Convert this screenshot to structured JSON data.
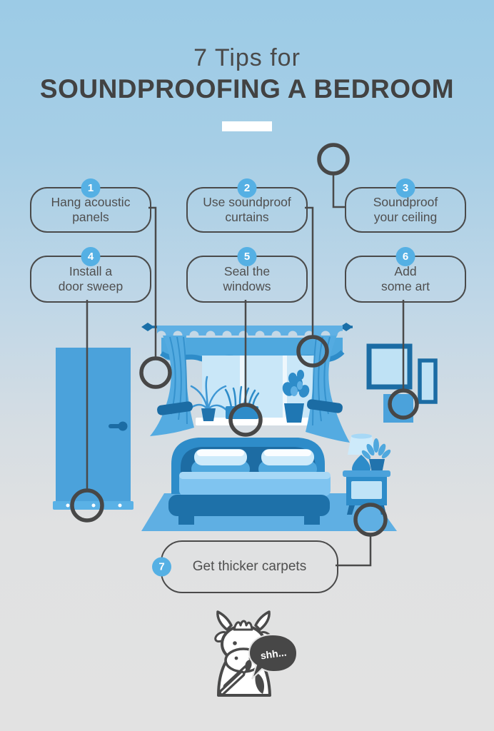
{
  "header": {
    "title_line1": "7 Tips for",
    "title_line2": "SOUNDPROOFING A BEDROOM"
  },
  "tips": [
    {
      "number": "1",
      "line1": "Hang acoustic",
      "line2": "panels"
    },
    {
      "number": "2",
      "line1": "Use soundproof",
      "line2": "curtains"
    },
    {
      "number": "3",
      "line1": "Soundproof",
      "line2": "your ceiling"
    },
    {
      "number": "4",
      "line1": "Install a",
      "line2": "door sweep"
    },
    {
      "number": "5",
      "line1": "Seal the",
      "line2": "windows"
    },
    {
      "number": "6",
      "line1": "Add",
      "line2": "some art"
    },
    {
      "number": "7",
      "line1": "Get thicker carpets"
    }
  ],
  "mascot": {
    "speech_text": "shh..."
  },
  "palette": {
    "badge_blue": "#55b0e4",
    "outline_gray": "#4a4a4a",
    "marker_gray": "#474747",
    "title_text": "#424242",
    "tip_text": "#4f4f4f",
    "background_top": "#9ccbe6",
    "background_bottom": "#e2e2e2",
    "illustration_dark_blue": "#1b6ca4",
    "illustration_medium_blue": "#2e8cc9",
    "illustration_blue": "#4ba2db",
    "illustration_light_blue": "#7fc4f0",
    "illustration_pale_blue": "#c9e7f8",
    "speech_bubble": "#474747",
    "underline_bar": "#ffffff"
  }
}
